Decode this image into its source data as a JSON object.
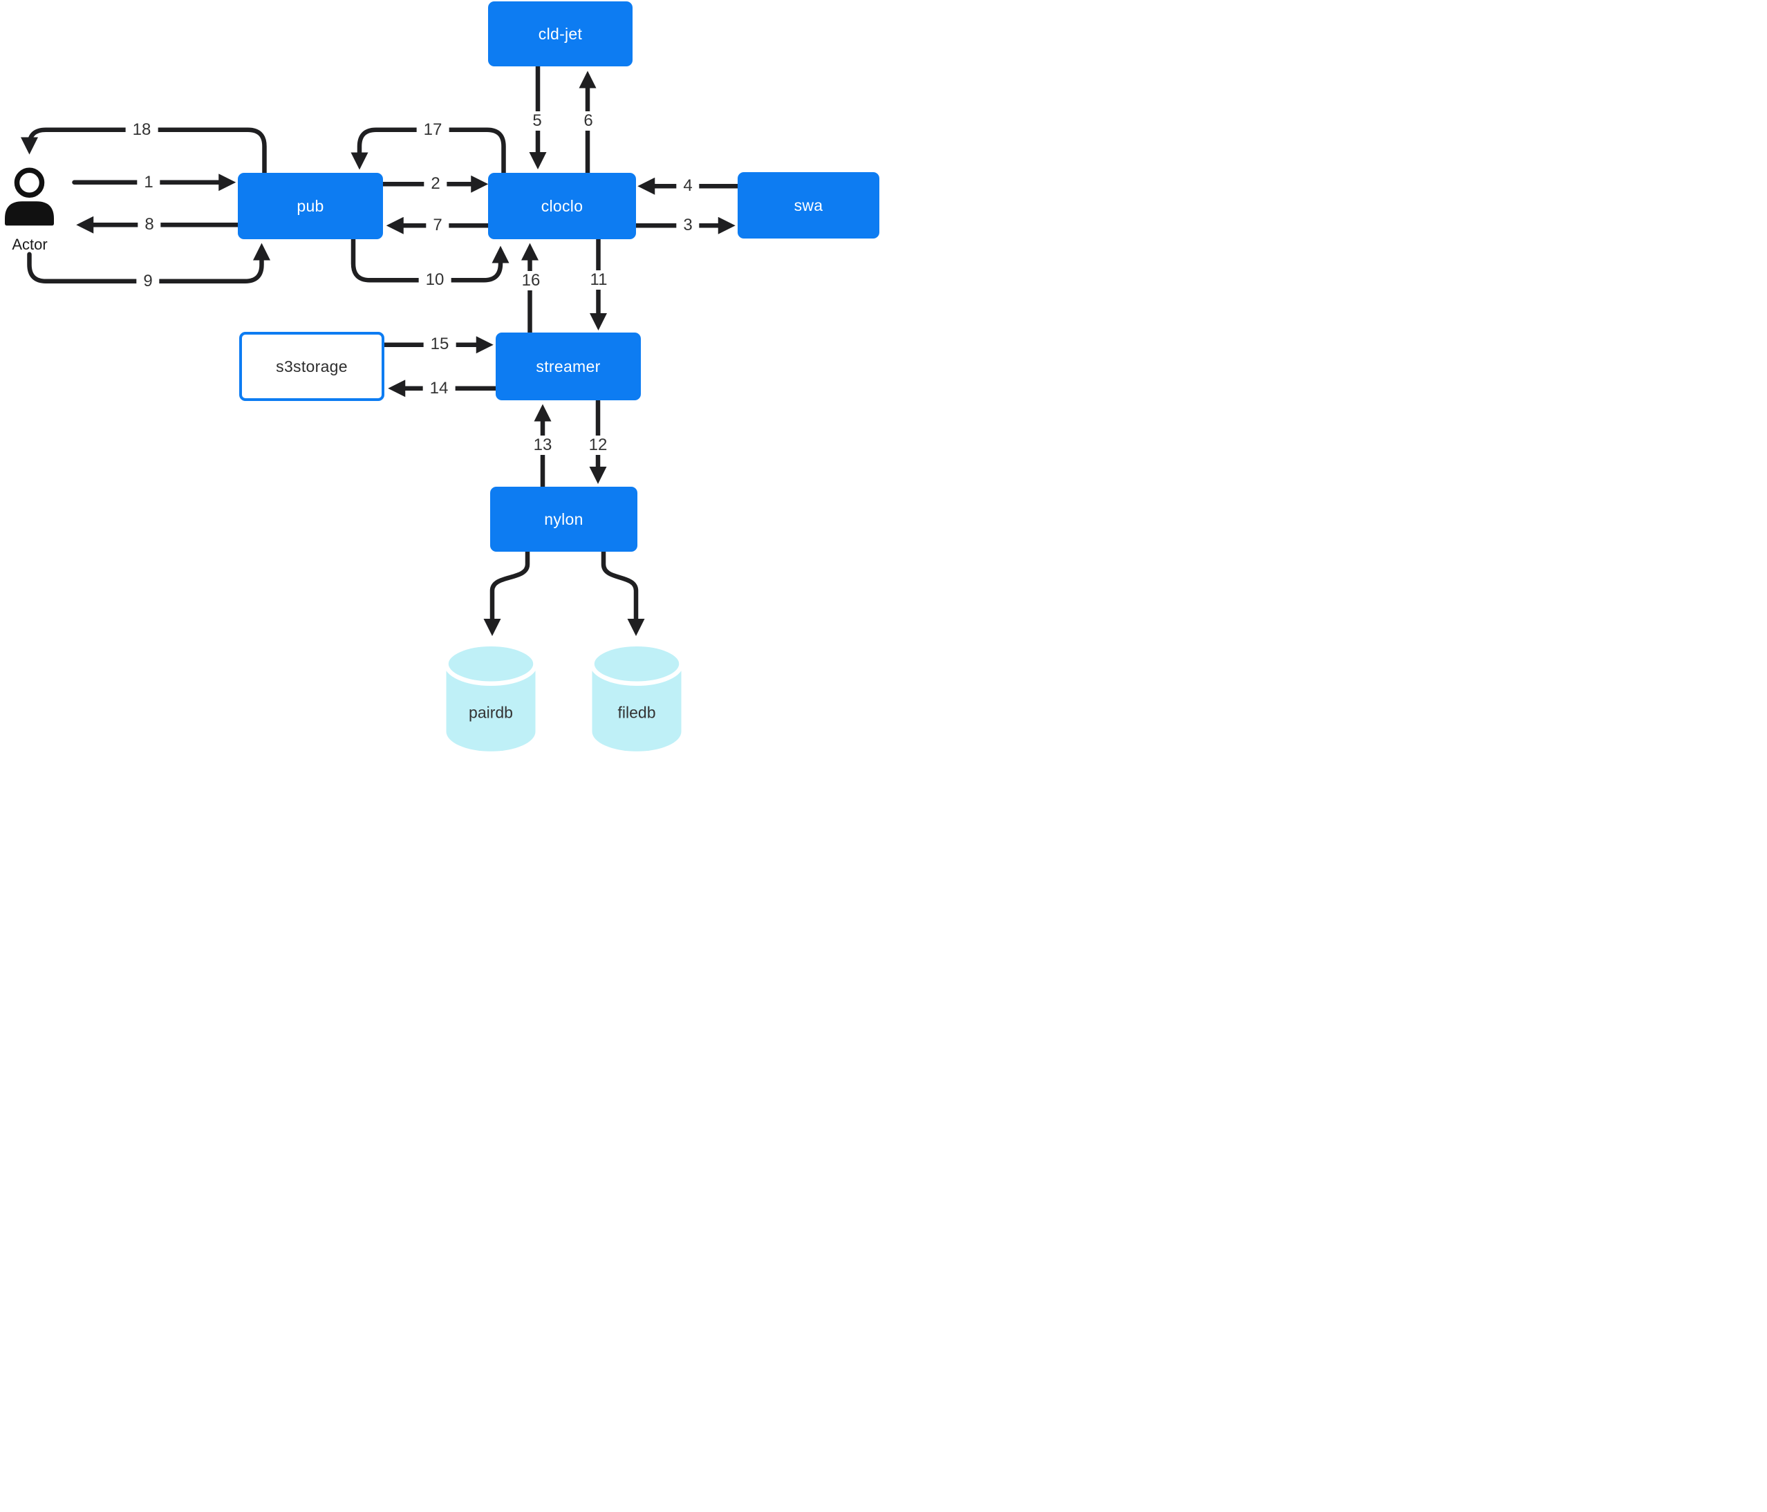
{
  "diagram": {
    "colors": {
      "node_fill": "#0d7cf2",
      "cylinder_fill": "#bff0f7",
      "line": "#1f1f21",
      "edge_text": "#333333"
    },
    "nodes": {
      "cldjet": {
        "label": "cld-jet"
      },
      "pub": {
        "label": "pub"
      },
      "cloclo": {
        "label": "cloclo"
      },
      "swa": {
        "label": "swa"
      },
      "s3storage": {
        "label": "s3storage"
      },
      "streamer": {
        "label": "streamer"
      },
      "nylon": {
        "label": "nylon"
      },
      "pairdb": {
        "label": "pairdb"
      },
      "filedb": {
        "label": "filedb"
      },
      "actor": {
        "label": "Actor"
      }
    },
    "edges": {
      "e1": {
        "label": "1",
        "from": "actor",
        "to": "pub"
      },
      "e2": {
        "label": "2",
        "from": "pub",
        "to": "cloclo"
      },
      "e3": {
        "label": "3",
        "from": "cloclo",
        "to": "swa"
      },
      "e4": {
        "label": "4",
        "from": "swa",
        "to": "cloclo"
      },
      "e5": {
        "label": "5",
        "from": "cldjet",
        "to": "cloclo"
      },
      "e6": {
        "label": "6",
        "from": "cloclo",
        "to": "cldjet"
      },
      "e7": {
        "label": "7",
        "from": "cloclo",
        "to": "pub"
      },
      "e8": {
        "label": "8",
        "from": "pub",
        "to": "actor"
      },
      "e9": {
        "label": "9",
        "from": "actor",
        "to": "pub"
      },
      "e10": {
        "label": "10",
        "from": "pub",
        "to": "cloclo"
      },
      "e11": {
        "label": "11",
        "from": "cloclo",
        "to": "streamer"
      },
      "e12": {
        "label": "12",
        "from": "streamer",
        "to": "nylon"
      },
      "e13": {
        "label": "13",
        "from": "nylon",
        "to": "streamer"
      },
      "e14": {
        "label": "14",
        "from": "streamer",
        "to": "s3storage"
      },
      "e15": {
        "label": "15",
        "from": "s3storage",
        "to": "streamer"
      },
      "e16": {
        "label": "16",
        "from": "streamer",
        "to": "cloclo"
      },
      "e17": {
        "label": "17",
        "from": "cloclo",
        "to": "pub"
      },
      "e18": {
        "label": "18",
        "from": "pub",
        "to": "actor"
      },
      "edb1": {
        "label": "",
        "from": "nylon",
        "to": "pairdb"
      },
      "edb2": {
        "label": "",
        "from": "nylon",
        "to": "filedb"
      }
    }
  }
}
